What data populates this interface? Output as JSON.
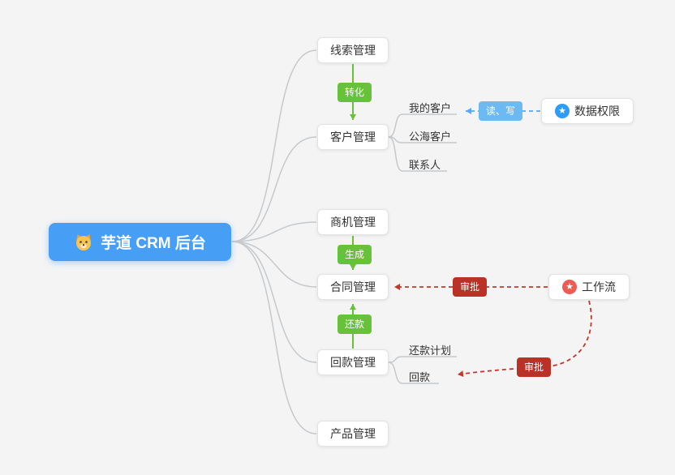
{
  "diagram": {
    "root": {
      "label": "芋道 CRM 后台"
    },
    "nodes": {
      "leads": {
        "label": "线索管理"
      },
      "customer": {
        "label": "客户管理"
      },
      "business": {
        "label": "商机管理"
      },
      "contract": {
        "label": "合同管理"
      },
      "receivable": {
        "label": "回款管理"
      },
      "product": {
        "label": "产品管理"
      },
      "data_permission": {
        "label": "数据权限"
      },
      "workflow": {
        "label": "工作流"
      }
    },
    "sub_nodes": {
      "my_customer": {
        "label": "我的客户"
      },
      "public_customer": {
        "label": "公海客户"
      },
      "contact": {
        "label": "联系人"
      },
      "repayment_plan": {
        "label": "还款计划"
      },
      "receivable_item": {
        "label": "回款"
      }
    },
    "edge_badges": {
      "convert": {
        "label": "转化",
        "color": "#67c23a"
      },
      "generate": {
        "label": "生成",
        "color": "#67c23a"
      },
      "repay": {
        "label": "还款",
        "color": "#67c23a"
      },
      "read_write": {
        "label": "读、写",
        "color": "#6db9f2"
      },
      "approve_contract": {
        "label": "审批",
        "color": "#b93127"
      },
      "approve_receivable": {
        "label": "审批",
        "color": "#b93127"
      }
    },
    "colors": {
      "root_bg": "#469ff5",
      "green": "#67c23a",
      "red_badge": "#b93127",
      "red_line": "#c0392b",
      "blue_line": "#5aa9f0",
      "icon_blue": "#2e9cf5",
      "icon_red": "#ee5a54",
      "connector_gray": "#c5c9cc",
      "background": "#f4f4f5"
    }
  }
}
